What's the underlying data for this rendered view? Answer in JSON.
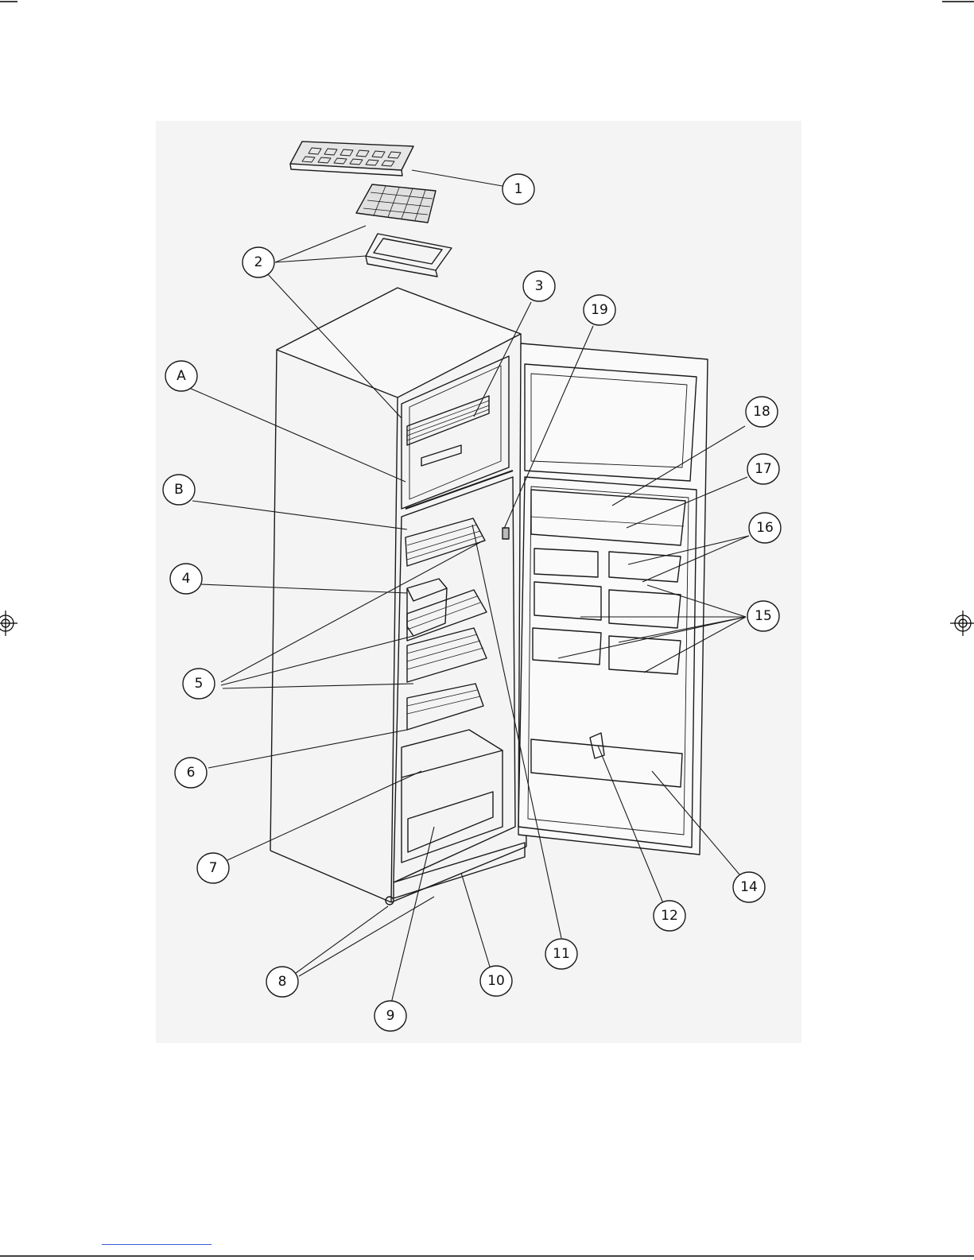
{
  "figure": {
    "callouts": [
      {
        "id": "c1",
        "label": "1"
      },
      {
        "id": "c2",
        "label": "2"
      },
      {
        "id": "c3",
        "label": "3"
      },
      {
        "id": "c19",
        "label": "19"
      },
      {
        "id": "cA",
        "label": "A"
      },
      {
        "id": "c18",
        "label": "18"
      },
      {
        "id": "cB",
        "label": "B"
      },
      {
        "id": "c17",
        "label": "17"
      },
      {
        "id": "c16",
        "label": "16"
      },
      {
        "id": "c4",
        "label": "4"
      },
      {
        "id": "c15",
        "label": "15"
      },
      {
        "id": "c5",
        "label": "5"
      },
      {
        "id": "c6",
        "label": "6"
      },
      {
        "id": "c7",
        "label": "7"
      },
      {
        "id": "c14",
        "label": "14"
      },
      {
        "id": "c12",
        "label": "12"
      },
      {
        "id": "c11",
        "label": "11"
      },
      {
        "id": "c10",
        "label": "10"
      },
      {
        "id": "c8",
        "label": "8"
      },
      {
        "id": "c9",
        "label": "9"
      }
    ]
  }
}
